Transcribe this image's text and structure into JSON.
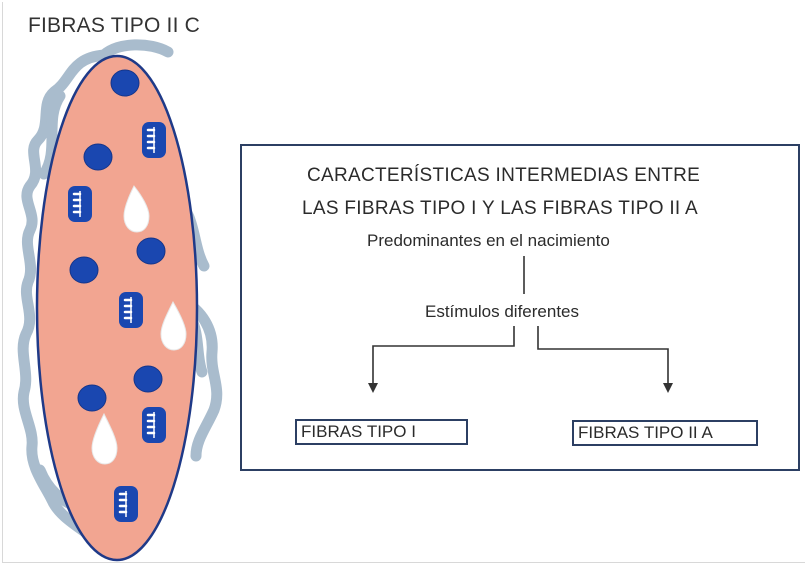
{
  "title": "FIBRAS TIPO II C",
  "box": {
    "heading_line1": "CARACTERÍSTICAS INTERMEDIAS ENTRE",
    "heading_line2": "LAS FIBRAS TIPO I Y LAS FIBRAS TIPO II A",
    "predominance": "Predominantes en el nacimiento",
    "stimuli": "Estímulos diferentes",
    "left_result": "FIBRAS TIPO I",
    "right_result": "FIBRAS TIPO II A"
  },
  "colors": {
    "fiber_fill": "#f2a591",
    "fiber_outline": "#1f3a88",
    "nucleus": "#1a47b0",
    "capillary": "#a9bccd",
    "box_border": "#2c3f63"
  }
}
